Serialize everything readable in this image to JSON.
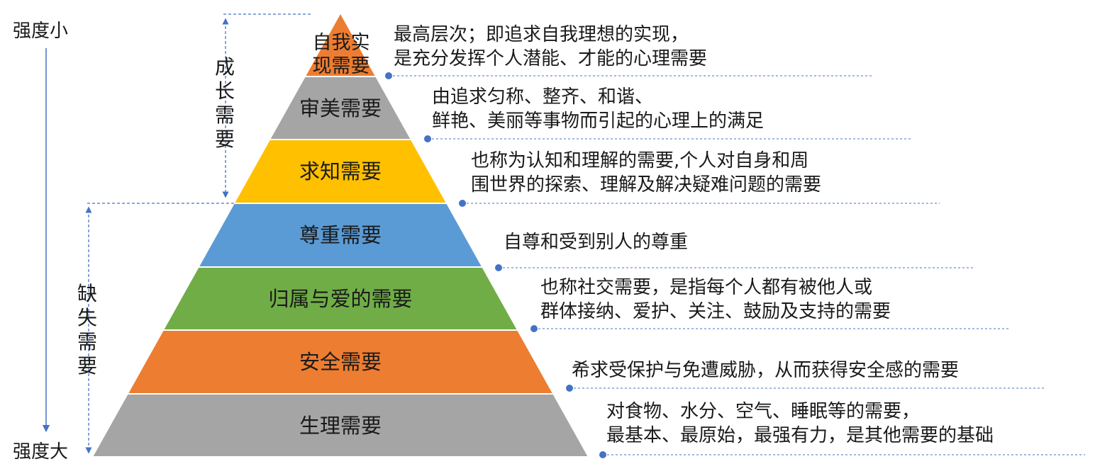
{
  "scale": {
    "top_label": "强度小",
    "bottom_label": "强度大"
  },
  "groups": {
    "growth": "成长需要",
    "deficiency": "缺失需要"
  },
  "tiers": [
    {
      "name": "自我实现需要",
      "lines": [
        "自我实",
        "现需要"
      ],
      "color": "#ED7D31",
      "desc": [
        "最高层次；即追求自我理想的实现，",
        "是充分发挥个人潜能、才能的心理需要"
      ]
    },
    {
      "name": "审美需要",
      "lines": [
        "审美需要"
      ],
      "color": "#A5A5A5",
      "desc": [
        "由追求匀称、整齐、和谐、",
        "鲜艳、美丽等事物而引起的心理上的满足"
      ]
    },
    {
      "name": "求知需要",
      "lines": [
        "求知需要"
      ],
      "color": "#FFC000",
      "desc": [
        "也称为认知和理解的需要,个人对自身和周",
        "围世界的探索、理解及解决疑难问题的需要"
      ]
    },
    {
      "name": "尊重需要",
      "lines": [
        "尊重需要"
      ],
      "color": "#5B9BD5",
      "desc": [
        "自尊和受到别人的尊重"
      ]
    },
    {
      "name": "归属与爱的需要",
      "lines": [
        "归属与爱的需要"
      ],
      "color": "#70AD47",
      "desc": [
        "也称社交需要，是指每个人都有被他人或",
        "群体接纳、爱护、关注、鼓励及支持的需要"
      ]
    },
    {
      "name": "安全需要",
      "lines": [
        "安全需要"
      ],
      "color": "#ED7D31",
      "desc": [
        "希求受保护与免遭威胁，从而获得安全感的需要"
      ]
    },
    {
      "name": "生理需要",
      "lines": [
        "生理需要"
      ],
      "color": "#A5A5A5",
      "desc": [
        "对食物、水分、空气、睡眠等的需要，",
        "最基本、最原始，最强有力，是其他需要的基础"
      ]
    }
  ],
  "colors": {
    "connector": "#4472C4",
    "tier_border": "#ffffff"
  }
}
